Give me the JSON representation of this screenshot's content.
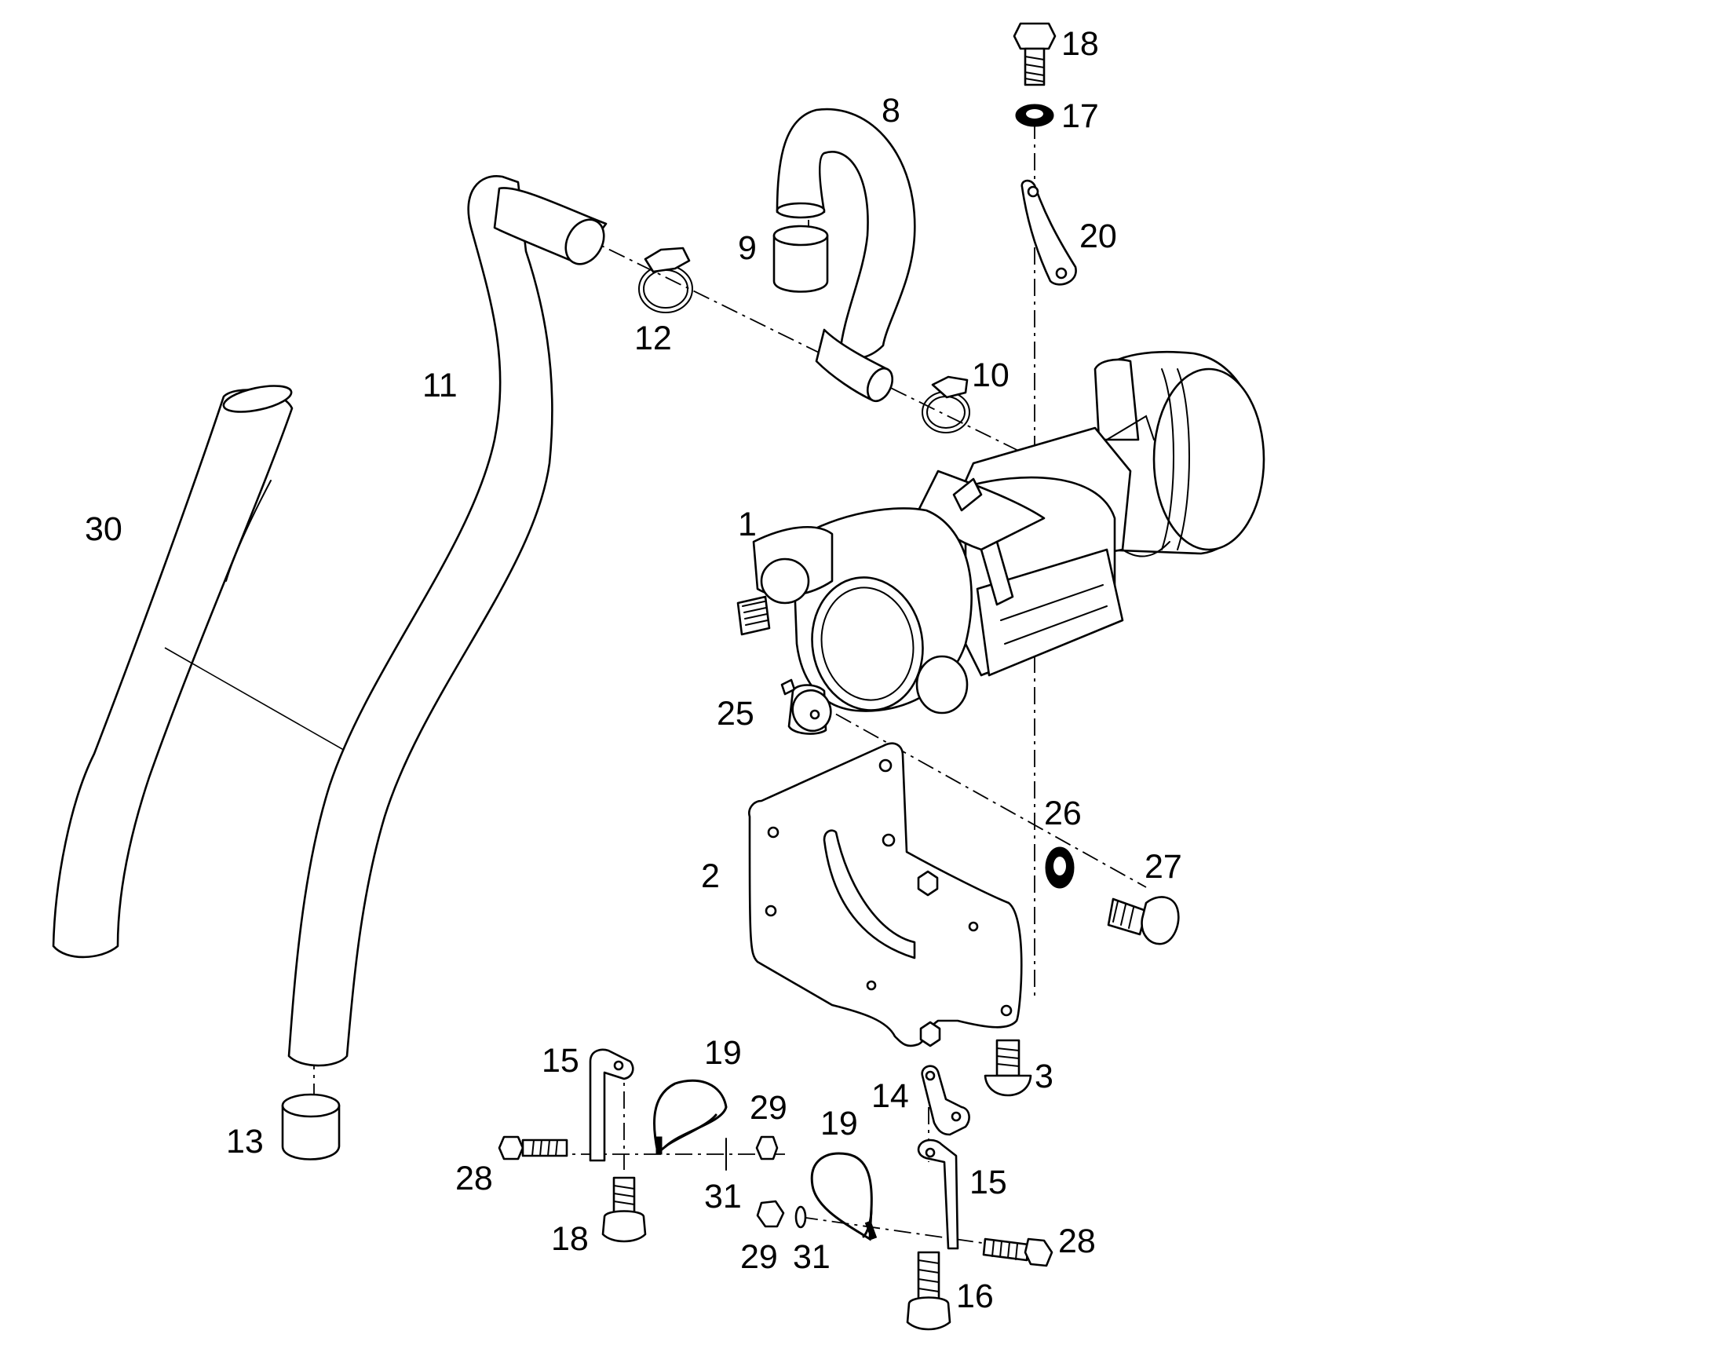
{
  "diagram": {
    "kind": "exploded-parts-view",
    "colors": {
      "line": "#000000",
      "background": "#ffffff"
    },
    "callouts": [
      {
        "id": "c1",
        "label": "1"
      },
      {
        "id": "c2",
        "label": "2"
      },
      {
        "id": "c3",
        "label": "3"
      },
      {
        "id": "c8",
        "label": "8"
      },
      {
        "id": "c9",
        "label": "9"
      },
      {
        "id": "c10",
        "label": "10"
      },
      {
        "id": "c11",
        "label": "11"
      },
      {
        "id": "c12",
        "label": "12"
      },
      {
        "id": "c13",
        "label": "13"
      },
      {
        "id": "c14",
        "label": "14"
      },
      {
        "id": "c15a",
        "label": "15"
      },
      {
        "id": "c15b",
        "label": "15"
      },
      {
        "id": "c16",
        "label": "16"
      },
      {
        "id": "c17",
        "label": "17"
      },
      {
        "id": "c18a",
        "label": "18"
      },
      {
        "id": "c18b",
        "label": "18"
      },
      {
        "id": "c19a",
        "label": "19"
      },
      {
        "id": "c19b",
        "label": "19"
      },
      {
        "id": "c20",
        "label": "20"
      },
      {
        "id": "c25",
        "label": "25"
      },
      {
        "id": "c26",
        "label": "26"
      },
      {
        "id": "c27",
        "label": "27"
      },
      {
        "id": "c28a",
        "label": "28"
      },
      {
        "id": "c28b",
        "label": "28"
      },
      {
        "id": "c29a",
        "label": "29"
      },
      {
        "id": "c29b",
        "label": "29"
      },
      {
        "id": "c30",
        "label": "30"
      },
      {
        "id": "c31a",
        "label": "31"
      },
      {
        "id": "c31b",
        "label": "31"
      }
    ]
  }
}
